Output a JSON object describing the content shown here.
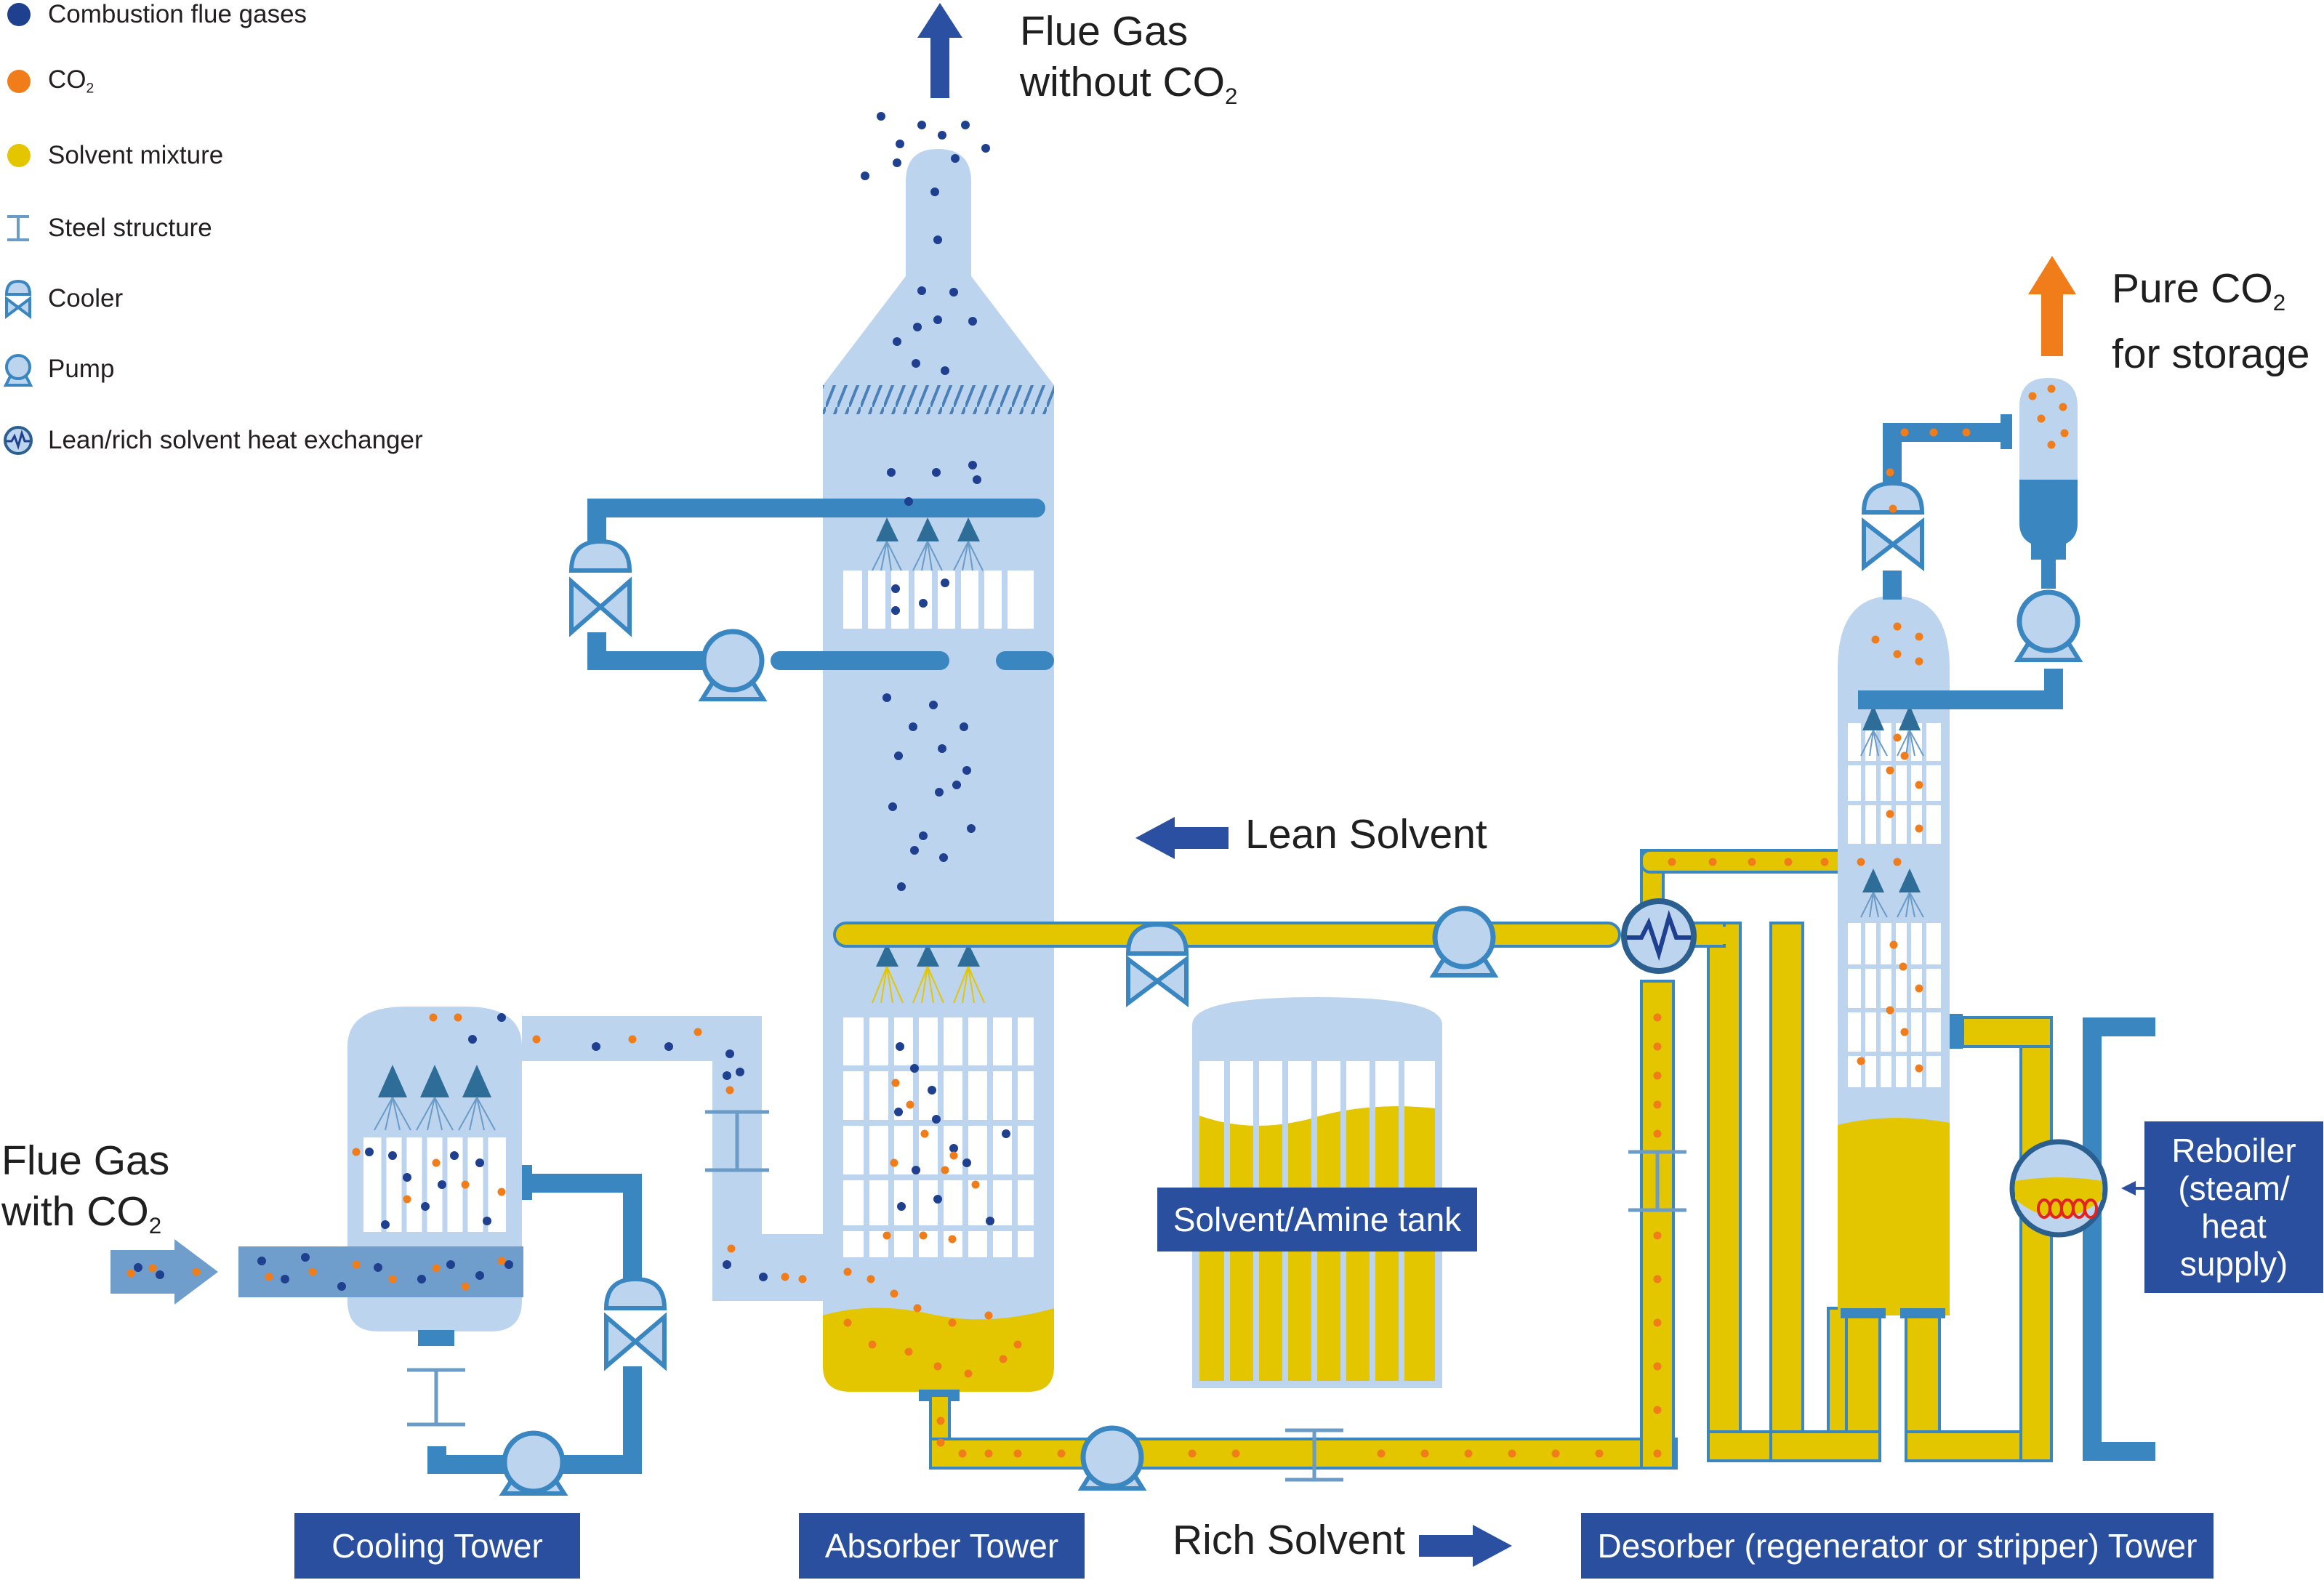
{
  "colors": {
    "flue_gas_dot": "#1f3f8f",
    "co2_dot": "#f07d1a",
    "solvent": "#e3c600",
    "tower_fill": "#bcd4ee",
    "pipe_blue": "#3a86c1",
    "label_box": "#2a4f9e",
    "arrow_dark": "#2b50a2",
    "arrow_orange": "#f07d1a"
  },
  "legend": {
    "items": [
      {
        "label": "Combustion flue gases",
        "icon": "blue-dot-icon"
      },
      {
        "label": "CO",
        "sub": "2",
        "icon": "orange-dot-icon"
      },
      {
        "label": "Solvent mixture",
        "icon": "yellow-dot-icon"
      },
      {
        "label": "Steel structure",
        "icon": "steel-beam-icon"
      },
      {
        "label": "Cooler",
        "icon": "cooler-icon"
      },
      {
        "label": "Pump",
        "icon": "pump-icon"
      },
      {
        "label": "Lean/rich solvent heat exchanger",
        "icon": "heat-exchanger-icon"
      }
    ]
  },
  "labels": {
    "flue_gas_without_line1": "Flue Gas",
    "flue_gas_without_line2": "without CO",
    "flue_gas_without_sub": "2",
    "pure_co2_line1": "Pure CO",
    "pure_co2_sub": "2",
    "pure_co2_line2": "for storage",
    "flue_gas_with_line1": "Flue Gas",
    "flue_gas_with_line2": "with CO",
    "flue_gas_with_sub": "2",
    "lean_solvent": "Lean Solvent",
    "rich_solvent": "Rich Solvent",
    "solvent_tank": "Solvent/Amine tank",
    "reboiler_line1": "Reboiler",
    "reboiler_line2": "(steam/",
    "reboiler_line3": "heat",
    "reboiler_line4": "supply)",
    "cooling_tower": "Cooling Tower",
    "absorber_tower": "Absorber Tower",
    "desorber_tower": "Desorber (regenerator or stripper) Tower"
  }
}
